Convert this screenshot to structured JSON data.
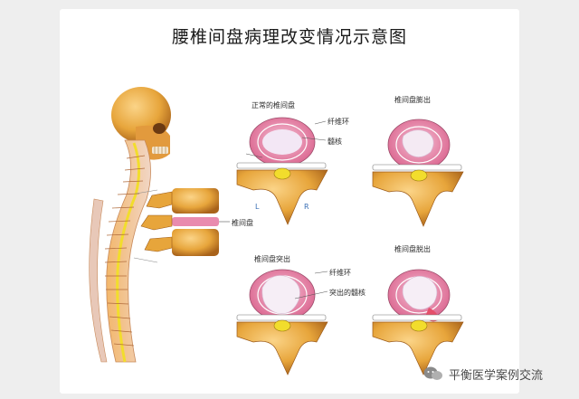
{
  "title": "腰椎间盘病理改变情况示意图",
  "panels": {
    "normal": {
      "title": "正常的椎间盘"
    },
    "bulge": {
      "title": "椎间盘膨出"
    },
    "protrusion": {
      "title": "椎间盘突出"
    },
    "extrusion": {
      "title": "椎间盘脱出"
    }
  },
  "labels": {
    "annulus_top": "纤维环",
    "nucleus": "髓核",
    "annulus_bottom": "纤维环",
    "protruded_nucleus": "突出的髓核",
    "disc": "椎间盘",
    "left": "L",
    "right": "R"
  },
  "watermark": {
    "text": "平衡医学案例交流"
  },
  "colors": {
    "bone": "#e7a53b",
    "disc": "#e98bae",
    "nucleus": "#f2e3f2",
    "cord": "#f2dd2c"
  }
}
